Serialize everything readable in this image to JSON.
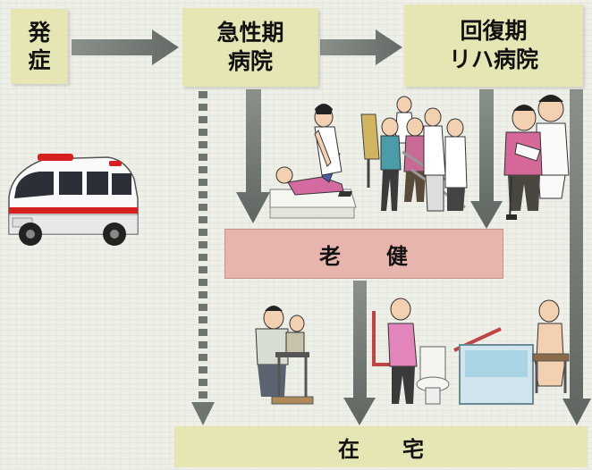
{
  "stages": {
    "onset": "発\n症",
    "acute": "急性期\n病院",
    "rehab": "回復期\nリハ病院",
    "geriatric": "老　　健",
    "home": "在　　宅"
  },
  "colors": {
    "stage_box": "#e6e6b4",
    "geriatric_box": "#e8b4ae",
    "arrow": "#6e7670",
    "ambulance_red": "#d62020"
  },
  "illustrations": [
    "ambulance-icon",
    "bedside-rehab-figure",
    "walking-training-figures",
    "patient-with-caregiver-figure",
    "standing-assist-figure",
    "toilet-handrail-figure",
    "bathing-figure"
  ]
}
